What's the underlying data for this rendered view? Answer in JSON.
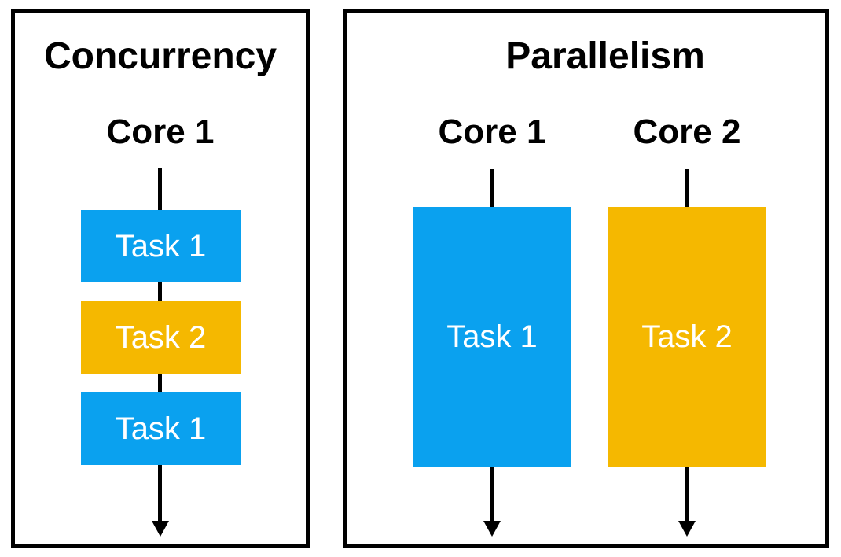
{
  "colors": {
    "task_blue": "#0AA1EF",
    "task_yellow": "#F5B800",
    "line_black": "#000000",
    "panel_border": "#000000",
    "task_text": "#FFFFFF",
    "heading_text": "#000000",
    "background": "#FFFFFF"
  },
  "panels": [
    {
      "title": "Concurrency",
      "cores": [
        {
          "label": "Core 1",
          "tasks": [
            {
              "label": "Task 1",
              "color": "#0AA1EF"
            },
            {
              "label": "Task 2",
              "color": "#F5B800"
            },
            {
              "label": "Task 1",
              "color": "#0AA1EF"
            }
          ]
        }
      ]
    },
    {
      "title": "Parallelism",
      "cores": [
        {
          "label": "Core 1",
          "tasks": [
            {
              "label": "Task 1",
              "color": "#0AA1EF"
            }
          ]
        },
        {
          "label": "Core 2",
          "tasks": [
            {
              "label": "Task 2",
              "color": "#F5B800"
            }
          ]
        }
      ]
    }
  ]
}
